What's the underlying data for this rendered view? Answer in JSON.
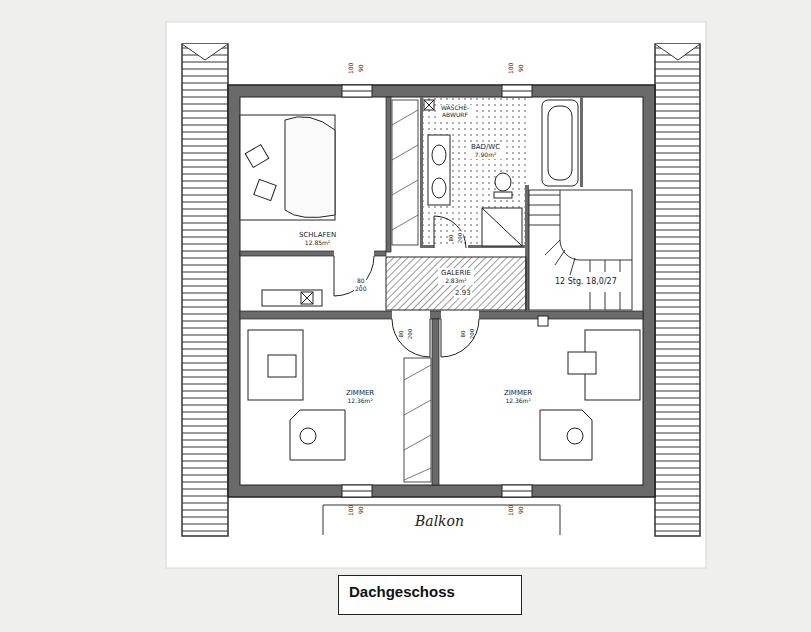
{
  "diagram": {
    "caption": "Dachgeschoss",
    "nodes": [
      {
        "text": [
          "SCHLAFEN",
          "12.85m²"
        ]
      },
      {
        "text": [
          "BAD/WC",
          "7.90m²"
        ]
      },
      {
        "text": [
          "GALERIE",
          "2.83m²"
        ]
      },
      {
        "text": [
          "ZIMMER",
          "12.36m²"
        ]
      },
      {
        "text": [
          "ZIMMER",
          "12.36m²"
        ]
      }
    ],
    "labels": [
      "WÄSCHE- ABWURF",
      "100",
      "90",
      "100",
      "90",
      "80",
      "200",
      "80",
      "200",
      "2.93",
      "12 Stg. 18,0/27",
      "80",
      "200",
      "80",
      "200",
      "100",
      "90",
      "100",
      "90",
      "Balkon"
    ]
  }
}
